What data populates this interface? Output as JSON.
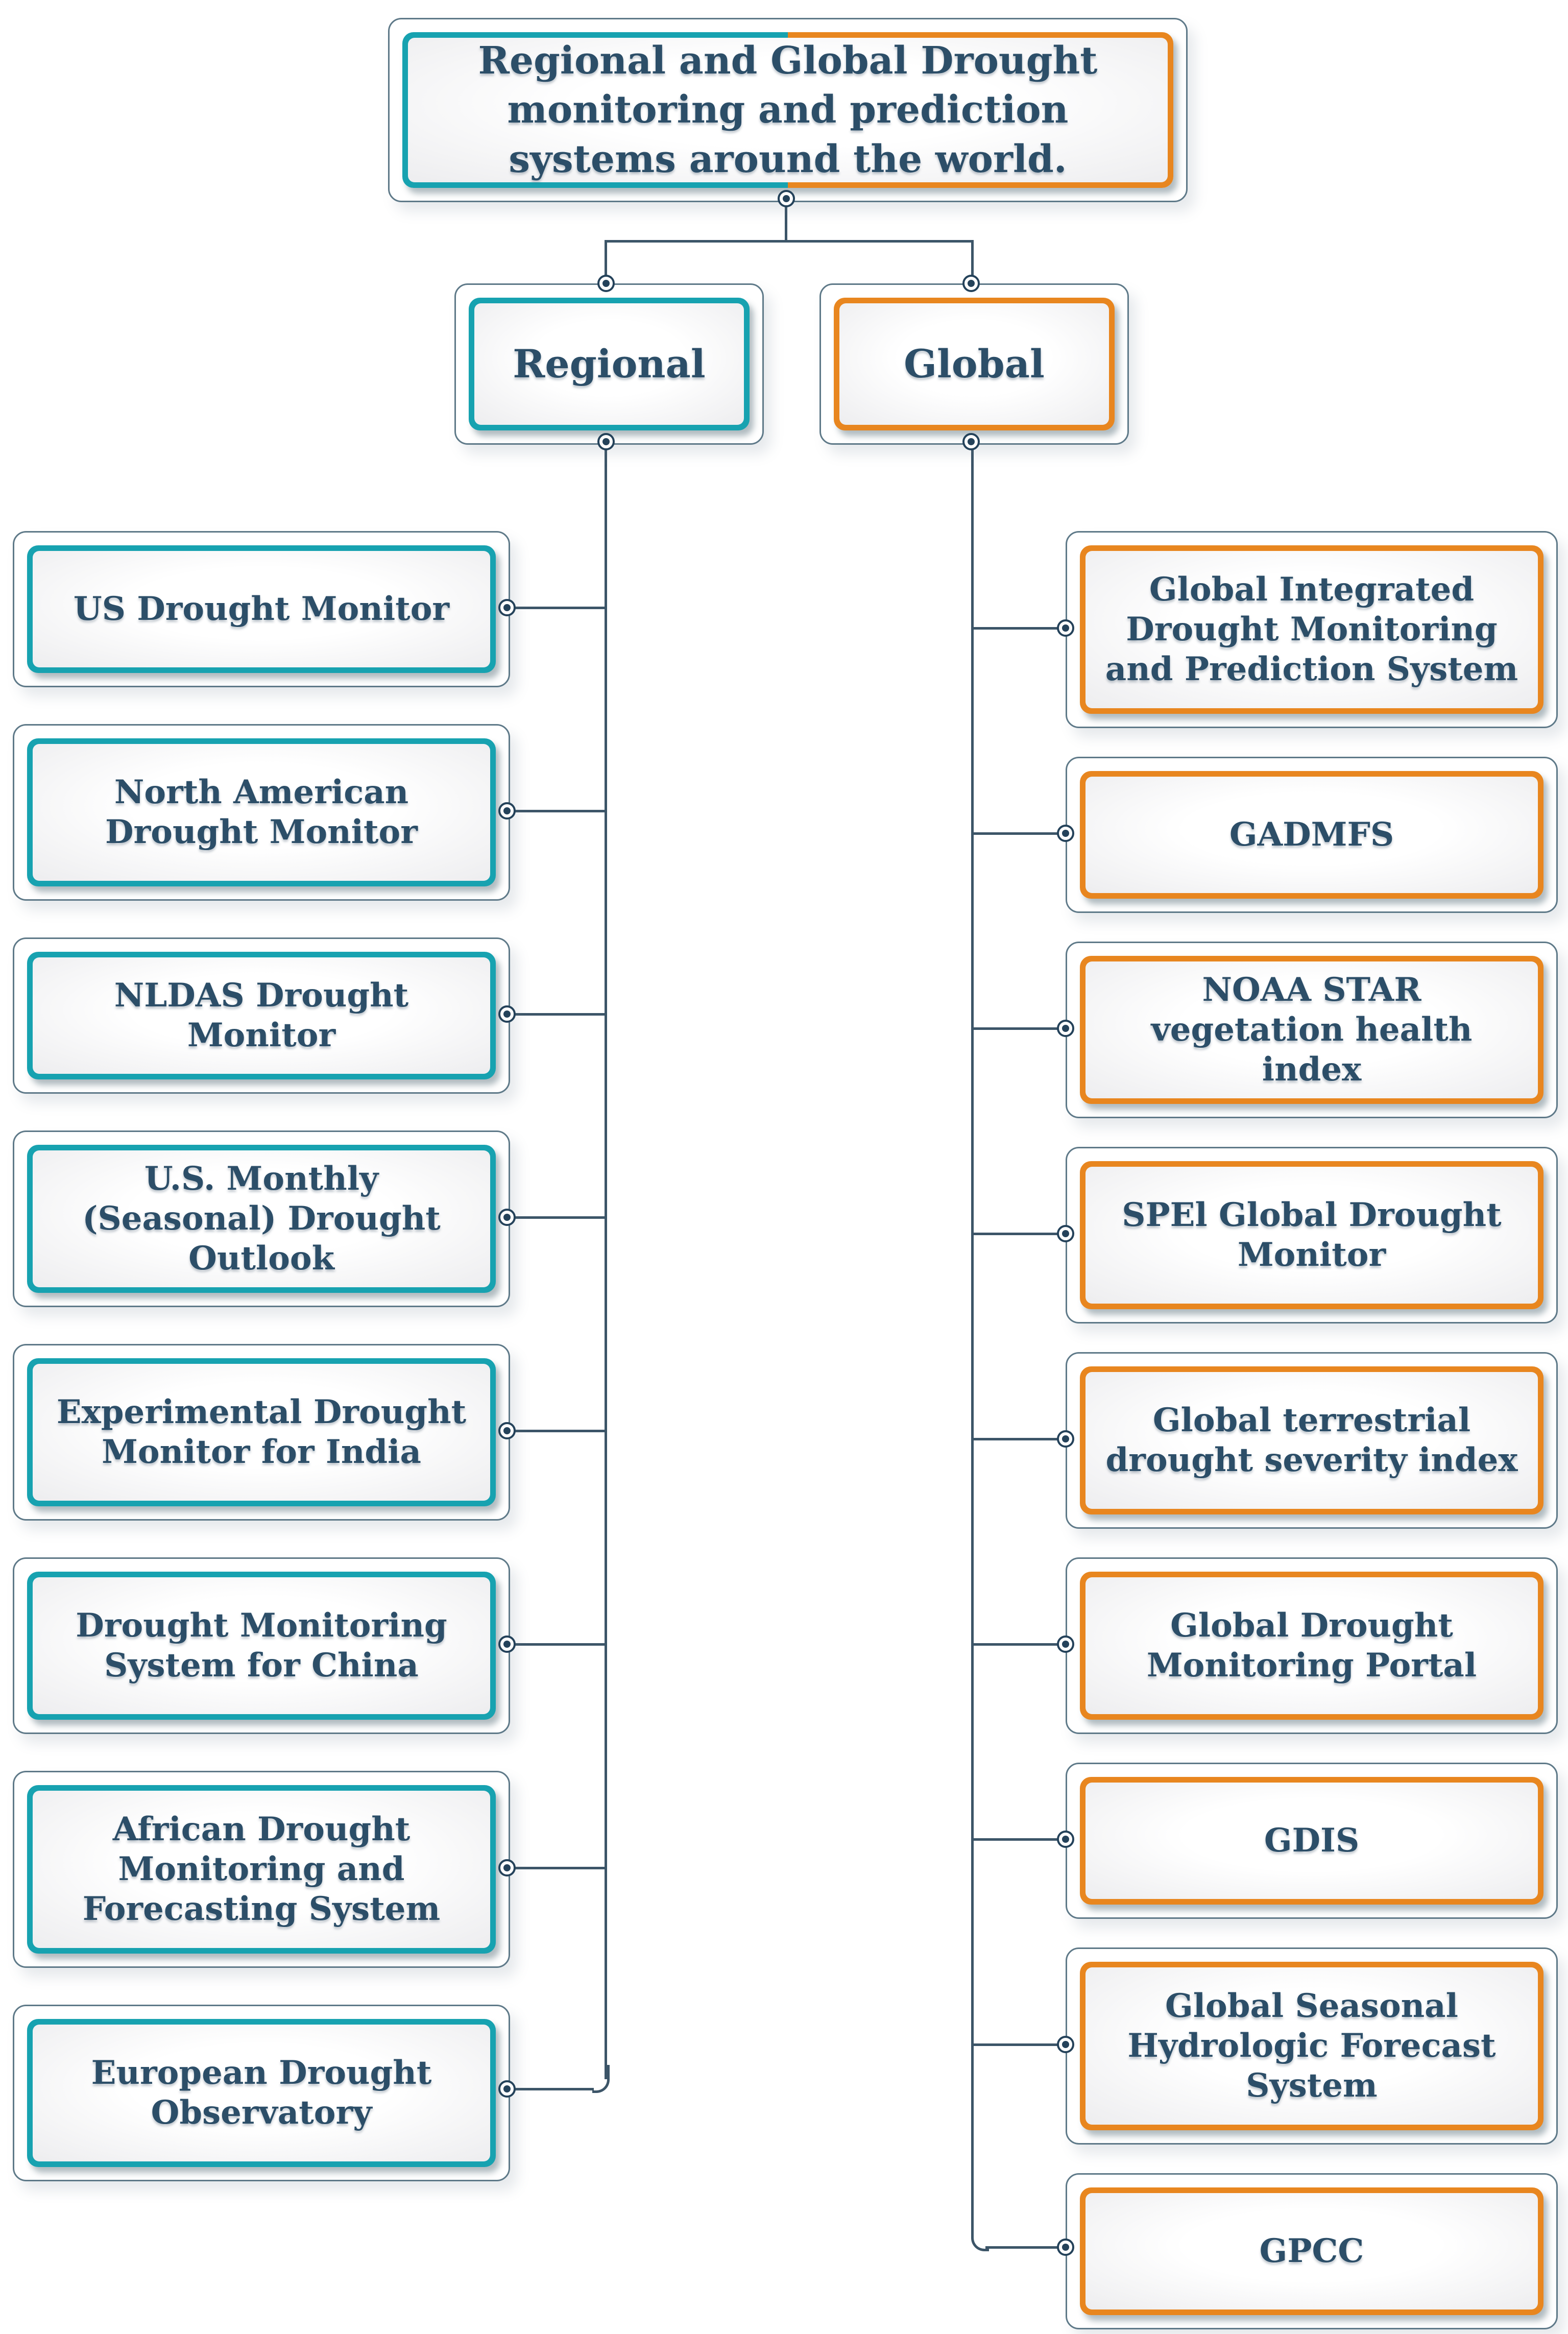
{
  "title": {
    "text": "Regional and Global Drought monitoring and prediction systems around the world."
  },
  "branches": {
    "regional": {
      "label": "Regional",
      "items": [
        "US Drought Monitor",
        "North American Drought Monitor",
        "NLDAS Drought Monitor",
        "U.S. Monthly (Seasonal) Drought Outlook",
        "Experimental Drought Monitor for India",
        "Drought Monitoring System for China",
        "African Drought Monitoring and Forecasting System",
        "European Drought Observatory"
      ]
    },
    "global": {
      "label": "Global",
      "items": [
        "Global Integrated Drought Monitoring and Prediction System",
        "GADMFS",
        "NOAA STAR vegetation health index",
        "SPEl Global Drought Monitor",
        "Global terrestrial drought severity index",
        "Global Drought Monitoring Portal",
        "GDIS",
        "Global Seasonal Hydrologic Forecast System",
        "GPCC"
      ]
    }
  },
  "colors": {
    "regional_accent": "#17A2B0",
    "global_accent": "#E8861F",
    "text": "#2C4E68",
    "connector": "#3C5568",
    "node_border": "#5E7988"
  }
}
